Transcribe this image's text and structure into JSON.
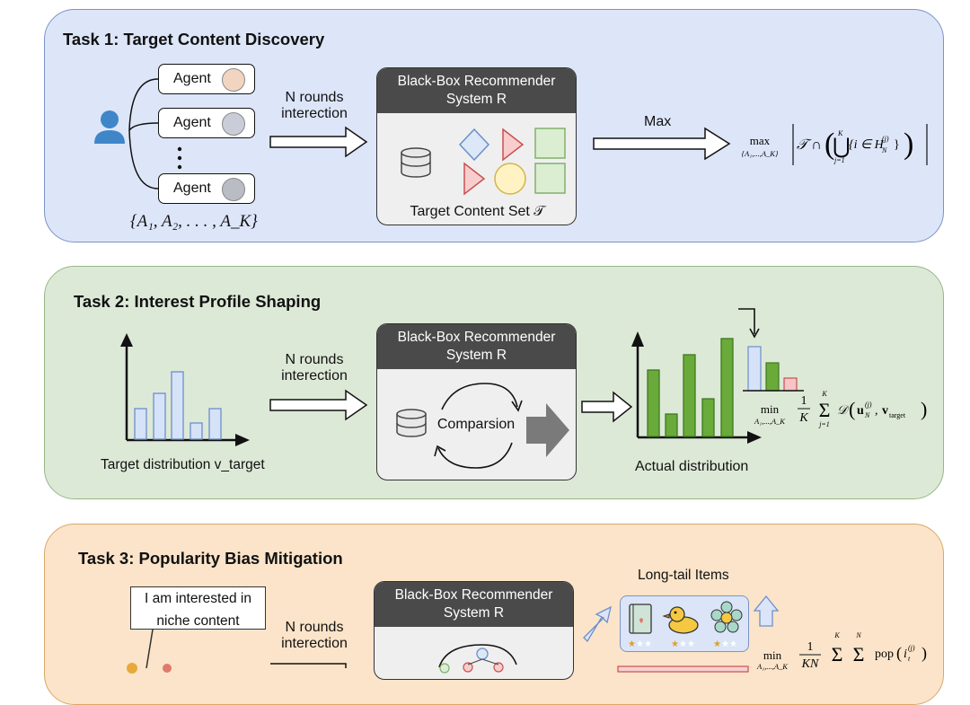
{
  "task1": {
    "title": "Task 1: Target Content Discovery",
    "agents": [
      "Agent",
      "Agent",
      "Agent"
    ],
    "agent_set": "{A₁, A₂, . . . , A_K}",
    "rounds_line1": "N rounds",
    "rounds_line2": "interection",
    "bb_line1": "Black-Box Recommender",
    "bb_line2": "System R",
    "content_set_label": "Target Content Set 𝒯",
    "max_label": "Max",
    "formula": "max over {A₁,…,A_K} | 𝒯 ∩ ( ⋃_{j=1}^{K} { i ∈ H_N^(j) } ) |"
  },
  "task2": {
    "title": "Task 2: Interest Profile Shaping",
    "rounds_line1": "N rounds",
    "rounds_line2": "interection",
    "bb_line1": "Black-Box Recommender",
    "bb_line2": "System R",
    "comparison_label": "Comparsion",
    "target_dist_label": "Target distribution v_target",
    "actual_dist_label": "Actual distribution",
    "formula": "min over A₁,…,A_K (1/K) Σ_{j=1}^{K} 𝒟( u_N^(j), v_target )"
  },
  "task3": {
    "title": "Task 3: Popularity Bias Mitigation",
    "bubble_line1": "I am interested in",
    "bubble_line2": "niche content",
    "rounds_line1": "N rounds",
    "rounds_line2": "interection",
    "bb_line1": "Black-Box Recommender",
    "bb_line2": "System R",
    "longtail_label": "Long-tail Items",
    "formula": "min over A₁,…,A_K (1/KN) Σ_{j=1}^{K} Σ_{t=1}^{N} pop( i_t^(j) )"
  },
  "colors": {
    "task1_bg": "#dde6f9",
    "task2_bg": "#dde9d7",
    "task3_bg": "#fbe4c9",
    "bar_target": "#d6e2f7",
    "bar_actual": "#6aaa3a"
  }
}
